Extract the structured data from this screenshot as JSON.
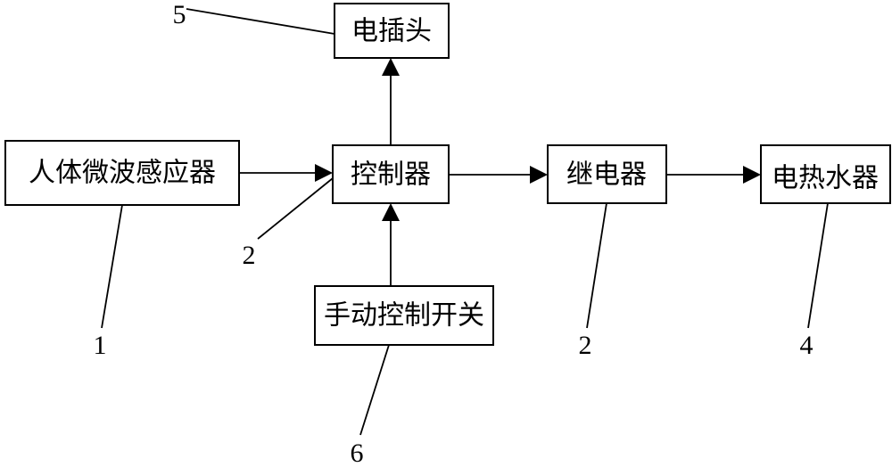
{
  "blocks": {
    "sensor": "人体微波感应器",
    "controller": "控制器",
    "relay": "继电器",
    "heater": "电热水器",
    "plug": "电插头",
    "manual_switch": "手动控制开关"
  },
  "reference_numerals": {
    "sensor": "1",
    "controller": "2",
    "relay": "2",
    "heater": "4",
    "plug": "5",
    "manual_switch": "6"
  }
}
